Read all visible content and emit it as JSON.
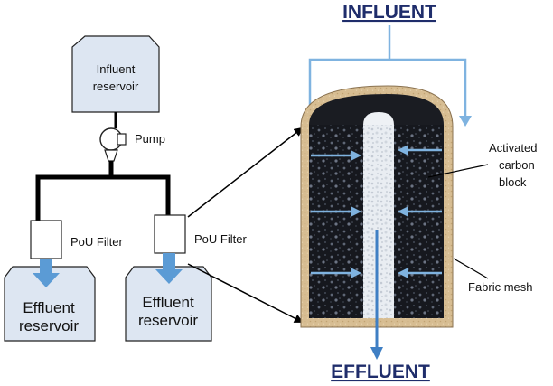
{
  "diagram": {
    "influent_reservoir": {
      "line1": "Influent",
      "line2": "reservoir"
    },
    "pump_label": "Pump",
    "filter_left_label": "PoU Filter",
    "filter_right_label": "PoU Filter",
    "effluent_left": {
      "line1": "Effluent",
      "line2": "reservoir"
    },
    "effluent_right": {
      "line1": "Effluent",
      "line2": "reservoir"
    },
    "influent_header": "INFLUENT",
    "effluent_header": "EFFLUENT",
    "activated_carbon": {
      "line1": "Activated",
      "line2": "carbon",
      "line3": "block"
    },
    "fabric_mesh_label": "Fabric mesh"
  },
  "colors": {
    "flow_arrow": "#5b9bd5",
    "header_text": "#1f2d6b",
    "reservoir_fill": "#dde6f2",
    "pipe": "#000000",
    "mesh": "#d4b98c",
    "carbon": "#1a1c22"
  }
}
